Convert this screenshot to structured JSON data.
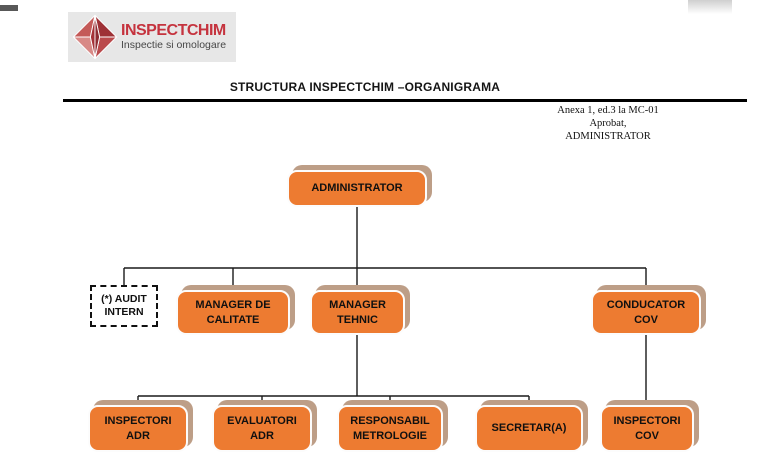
{
  "logo": {
    "name": "INSPECTCHIM",
    "tagline": "Inspectie si omologare",
    "icon": "diamond-gem-icon"
  },
  "header": {
    "title": "STRUCTURA INSPECTCHIM –ORGANIGRAMA",
    "annex_line1": "Anexa 1, ed.3 la MC-01",
    "annex_line2": "Aprobat,",
    "annex_line3": "ADMINISTRATOR"
  },
  "colors": {
    "node_fill": "#ED7B31",
    "node_backing": "#BD9E87",
    "logo_red": "#C5333E",
    "logo_bg": "#E7E7E7",
    "connector": "#1A1A1A"
  },
  "org_chart": {
    "type": "org-tree",
    "title": "STRUCTURA INSPECTCHIM –ORGANIGRAMA",
    "nodes": {
      "administrator": {
        "label": "ADMINISTRATOR",
        "level": 1,
        "style": "solid",
        "reports_to": null
      },
      "audit_intern": {
        "label": "(*) AUDIT INTERN",
        "level": 2,
        "style": "dashed",
        "reports_to": "administrator"
      },
      "manager_de_calitate": {
        "label": "MANAGER DE CALITATE",
        "level": 2,
        "style": "solid",
        "reports_to": "administrator"
      },
      "manager_tehnic": {
        "label": "MANAGER TEHNIC",
        "level": 2,
        "style": "solid",
        "reports_to": "administrator"
      },
      "conducator_cov": {
        "label": "CONDUCATOR COV",
        "level": 2,
        "style": "solid",
        "reports_to": "administrator"
      },
      "inspectori_adr": {
        "label": "INSPECTORI ADR",
        "level": 3,
        "style": "solid",
        "reports_to": "manager_tehnic"
      },
      "evaluatori_adr": {
        "label": "EVALUATORI ADR",
        "level": 3,
        "style": "solid",
        "reports_to": "manager_tehnic"
      },
      "responsabil_metrologie": {
        "label": "RESPONSABIL METROLOGIE",
        "level": 3,
        "style": "solid",
        "reports_to": "manager_tehnic"
      },
      "secretara": {
        "label": "SECRETAR(A)",
        "level": 3,
        "style": "solid",
        "reports_to": "manager_tehnic"
      },
      "inspectori_cov": {
        "label": "INSPECTORI COV",
        "level": 3,
        "style": "solid",
        "reports_to": "conducator_cov"
      }
    }
  }
}
